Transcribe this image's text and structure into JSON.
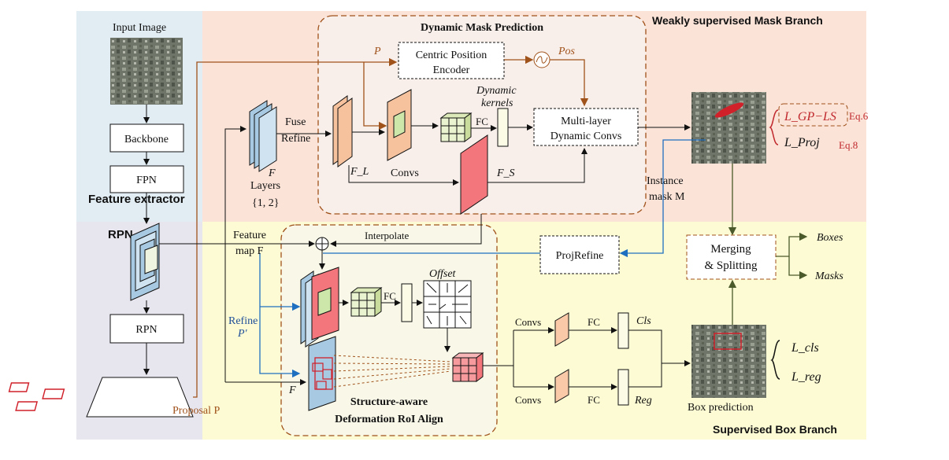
{
  "regions": {
    "weak_mask_branch": "Weakly supervised Mask Branch",
    "box_branch": "Supervised Box Branch",
    "feature_extractor": "Feature extractor",
    "rpn": "RPN"
  },
  "left_pipeline": {
    "input_image": "Input Image",
    "backbone": "Backbone",
    "fpn": "FPN",
    "rpn_box": "RPN",
    "proposal": "Proposal P"
  },
  "feature": {
    "symbol": "F",
    "layers": "Layers",
    "layer_ids": "{1, 2}",
    "fuse": "Fuse",
    "refine": "Refine",
    "feature_map": "Feature",
    "feature_map2": "map F",
    "f_bottom": "F"
  },
  "mask_pred": {
    "title": "Dynamic Mask Prediction",
    "p_label": "P",
    "centric_encoder_l1": "Centric Position",
    "centric_encoder_l2": "Encoder",
    "pos_label": "Pos",
    "dynamic_kernels_l1": "Dynamic",
    "dynamic_kernels_l2": "kernels",
    "fc": "FC",
    "multi_layer_l1": "Multi-layer",
    "multi_layer_l2": "Dynamic Convs",
    "fl_label": "F_L",
    "convs": "Convs",
    "fs_label": "F_S",
    "instance_mask_l1": "Instance",
    "instance_mask_l2": "mask M"
  },
  "losses": {
    "gp_ls": "L_GP−LS",
    "eq6": "Eq.6",
    "proj": "L_Proj",
    "eq8": "Eq.8",
    "cls": "L_cls",
    "reg": "L_reg"
  },
  "box_part": {
    "interpolate": "Interpolate",
    "proj_refine": "ProjRefine",
    "refine": "Refine",
    "p_prime": "P'",
    "fc": "FC",
    "offset": "Offset",
    "sadra_l1": "Structure-aware",
    "sadra_l2": "Deformation RoI Align",
    "convs_top": "Convs",
    "convs_bottom": "Convs",
    "fc_top": "FC",
    "fc_bottom": "FC",
    "cls": "Cls",
    "reg": "Reg",
    "box_prediction": "Box prediction",
    "merging_l1": "Merging",
    "merging_l2": "& Splitting",
    "boxes": "Boxes",
    "masks": "Masks"
  },
  "colors": {
    "mask_bg": "#fbe3d8",
    "box_bg": "#fdfbd3",
    "left_bg": "#e1edf3",
    "rpn_bg": "#e7e6ef",
    "brown_arrow": "#a0521b",
    "blue_arrow": "#1f6fc0",
    "green_arrow": "#4b5a2a",
    "loss_red": "#c0282c"
  }
}
